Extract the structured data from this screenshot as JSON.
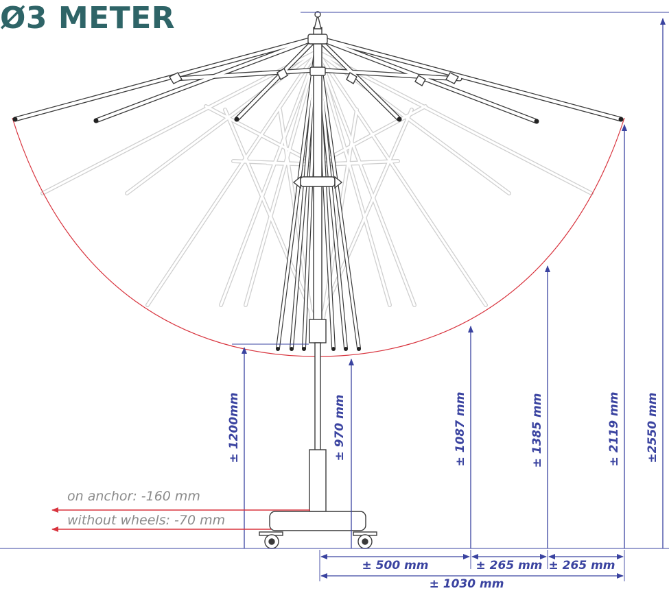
{
  "title": "Ø3 METER",
  "notes": {
    "on_anchor": "on anchor: -160 mm",
    "without_wheels": "without wheels: -70 mm"
  },
  "dimensions": {
    "h1200": "± 1200mm",
    "h970": "± 970 mm",
    "h1087": "± 1087 mm",
    "h1385": "± 1385 mm",
    "h2119": "± 2119  mm",
    "h2550": "±2550  mm",
    "w500": "± 500 mm",
    "w265a": "± 265 mm",
    "w265b": "± 265 mm",
    "w1030": "± 1030 mm"
  },
  "colors": {
    "title": "#2e6467",
    "dimension": "#3a43a0",
    "arc": "#d8333d",
    "note": "#8a8a8a",
    "structure": "#3a3a3a",
    "ghost": "#c8c8c8"
  }
}
